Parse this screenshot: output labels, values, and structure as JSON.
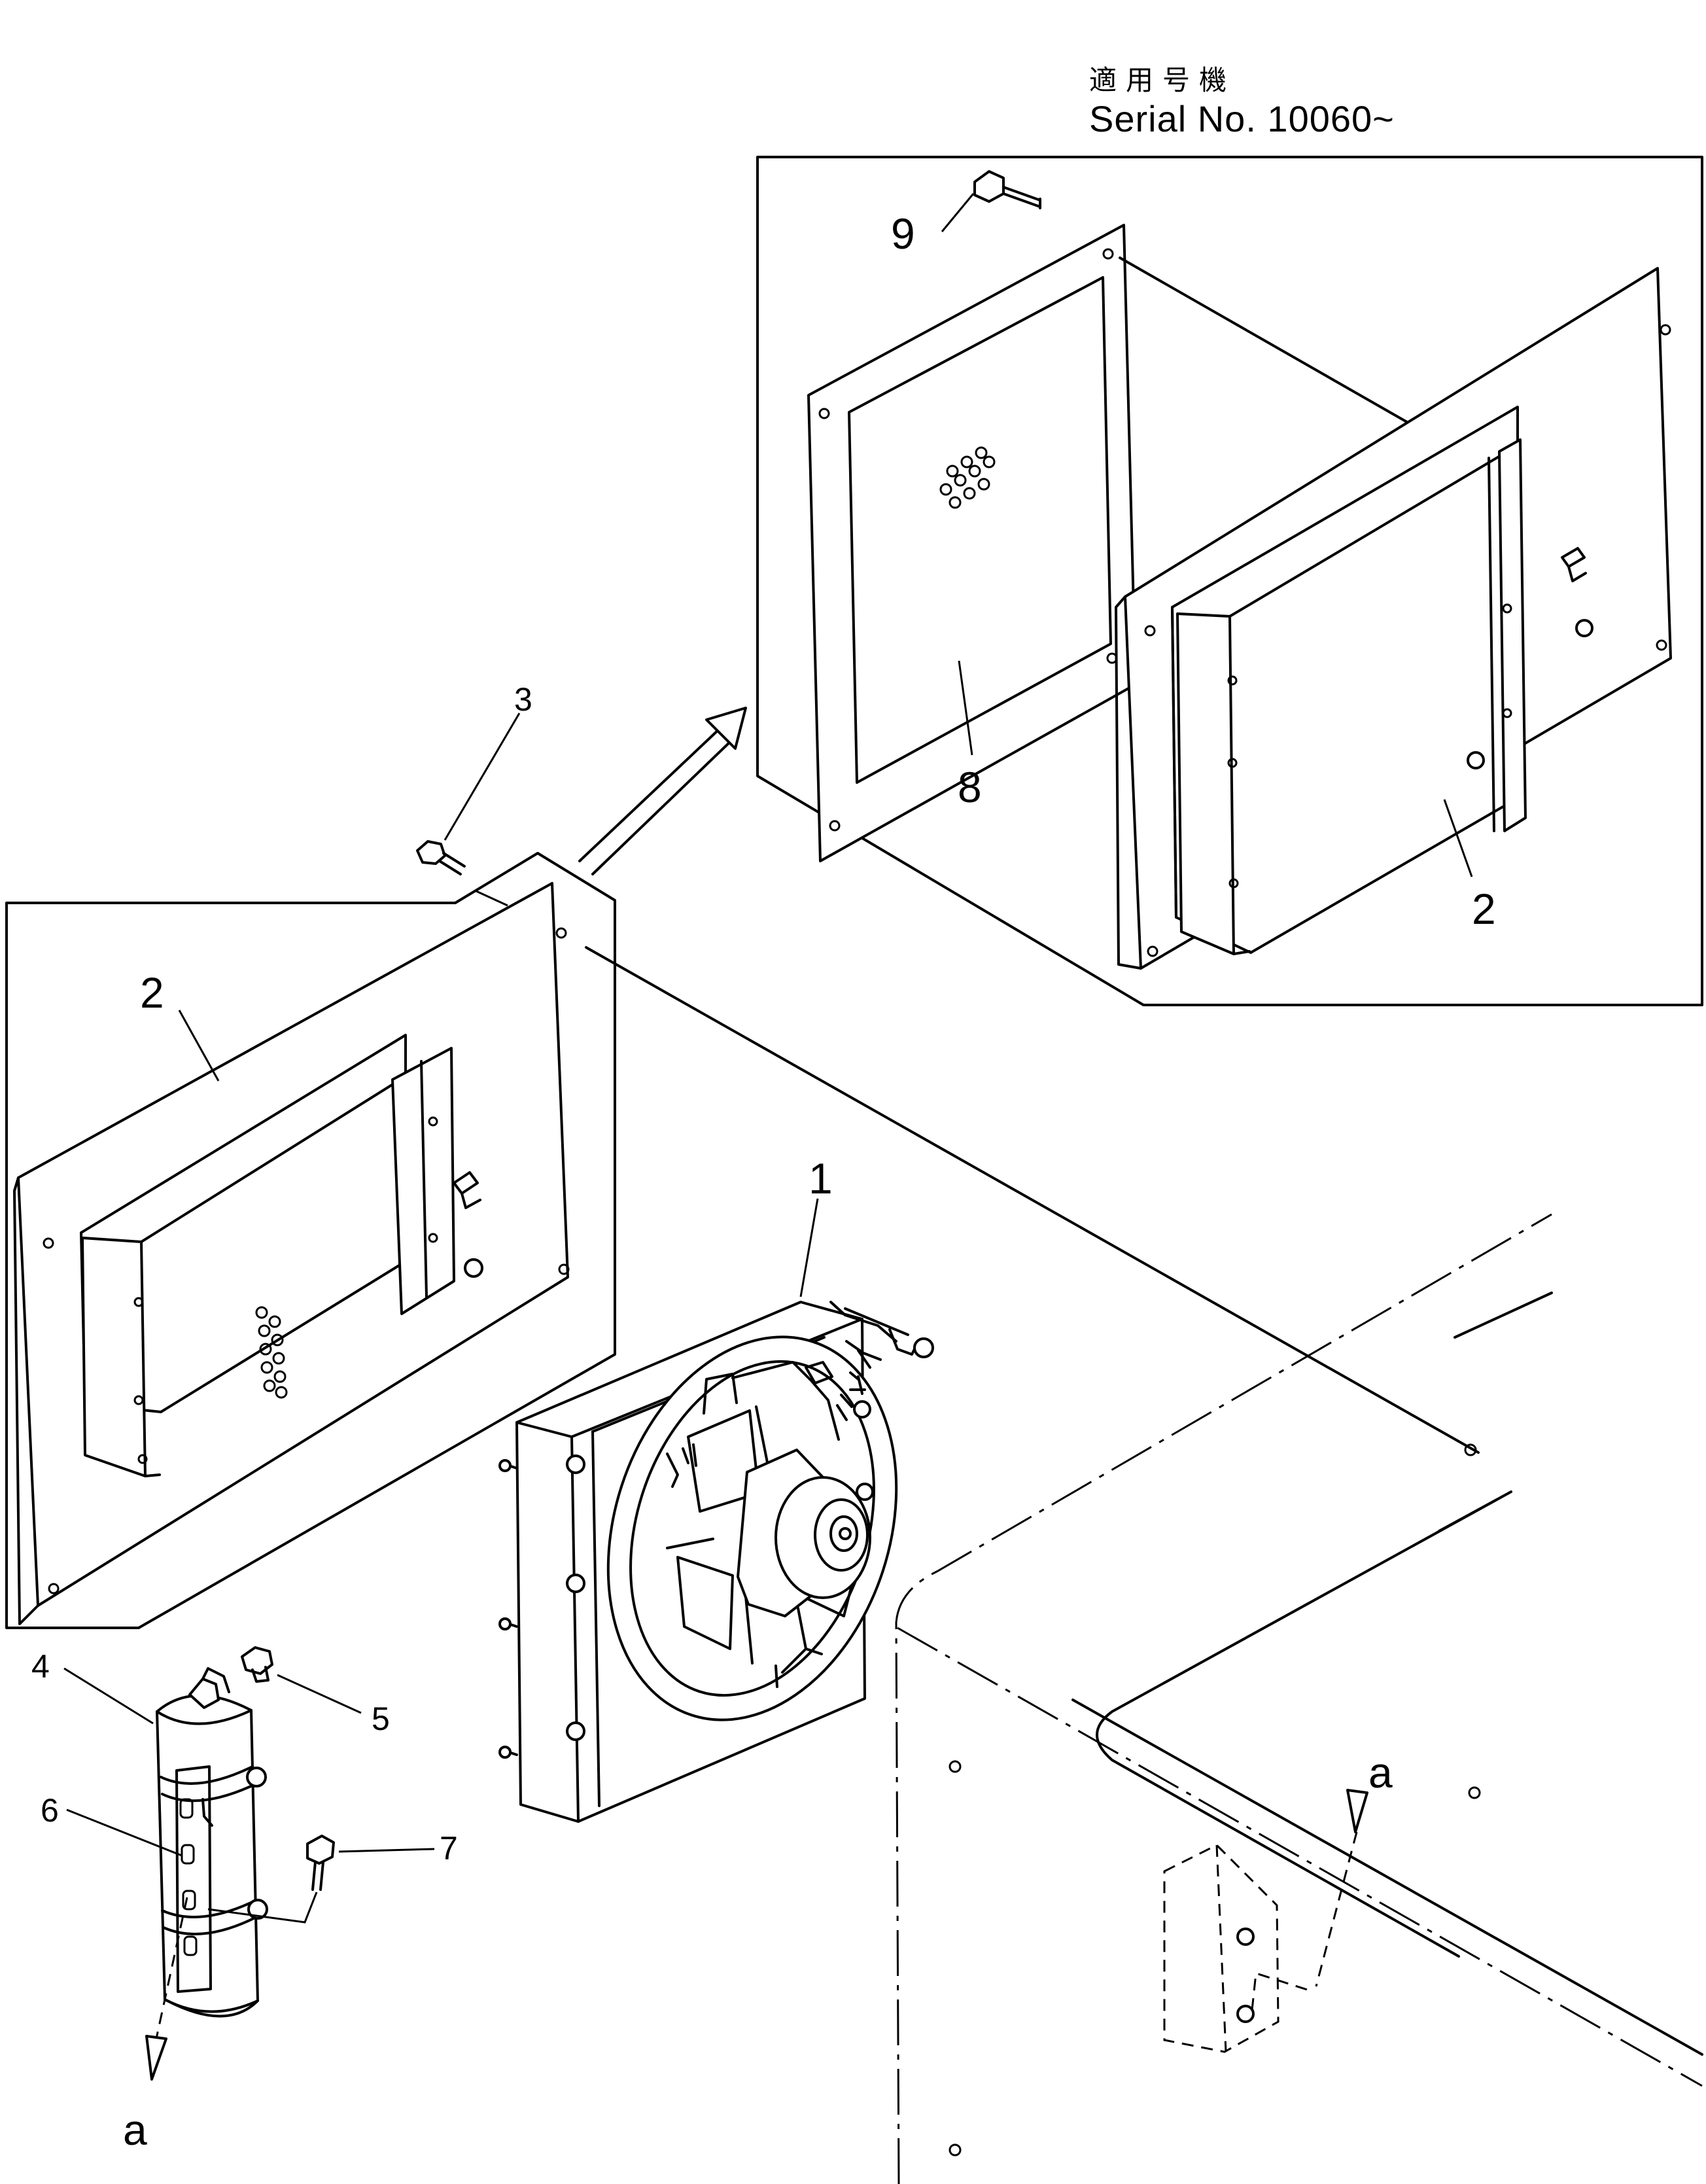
{
  "header": {
    "applicable_models": "適用号機",
    "serial": "Serial No. 10060~"
  },
  "callouts": {
    "c1": "1",
    "c2a": "2",
    "c2b": "2",
    "c3": "3",
    "c4": "4",
    "c5": "5",
    "c6": "6",
    "c7": "7",
    "c8": "8",
    "c9": "9",
    "ref_a1": "a",
    "ref_a2": "a"
  }
}
